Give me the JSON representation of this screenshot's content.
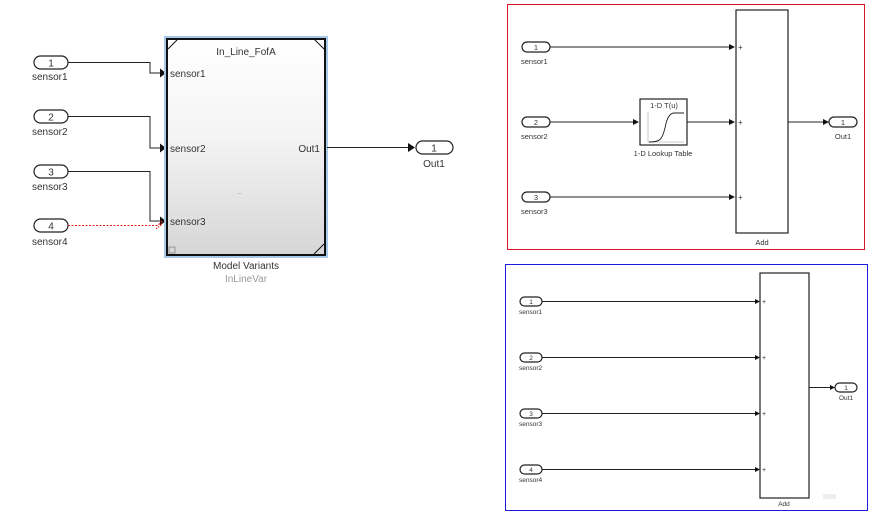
{
  "main_model": {
    "block": {
      "title": "In_Line_FofA",
      "name": "Model Variants",
      "subtitle": "InLineVar",
      "inputs": [
        "sensor1",
        "sensor2",
        "sensor3"
      ],
      "output": "Out1"
    },
    "inports": [
      {
        "number": "1",
        "label": "sensor1"
      },
      {
        "number": "2",
        "label": "sensor2"
      },
      {
        "number": "3",
        "label": "sensor3"
      },
      {
        "number": "4",
        "label": "sensor4"
      }
    ],
    "outport": {
      "number": "1",
      "label": "Out1"
    },
    "unconnected_signal": "sensor4",
    "colors": {
      "unconnected_line": "#e02020",
      "block_highlight": "#a8c8e8"
    }
  },
  "variant_red": {
    "border_color": "#d6142a",
    "inports": [
      {
        "number": "1",
        "label": "sensor1"
      },
      {
        "number": "2",
        "label": "sensor2"
      },
      {
        "number": "3",
        "label": "sensor3"
      }
    ],
    "lookup": {
      "icon_text": "1-D T(u)",
      "name": "1-D Lookup Table"
    },
    "add": {
      "name": "Add",
      "signs": [
        "+",
        "+",
        "+"
      ]
    },
    "outport": {
      "number": "1",
      "label": "Out1"
    }
  },
  "variant_blue": {
    "border_color": "#1a1ae0",
    "inports": [
      {
        "number": "1",
        "label": "sensor1"
      },
      {
        "number": "2",
        "label": "sensor2"
      },
      {
        "number": "3",
        "label": "sensor3"
      },
      {
        "number": "4",
        "label": "sensor4"
      }
    ],
    "add": {
      "name": "Add",
      "signs": [
        "+",
        "+",
        "+",
        "+"
      ]
    },
    "outport": {
      "number": "1",
      "label": "Out1"
    }
  }
}
